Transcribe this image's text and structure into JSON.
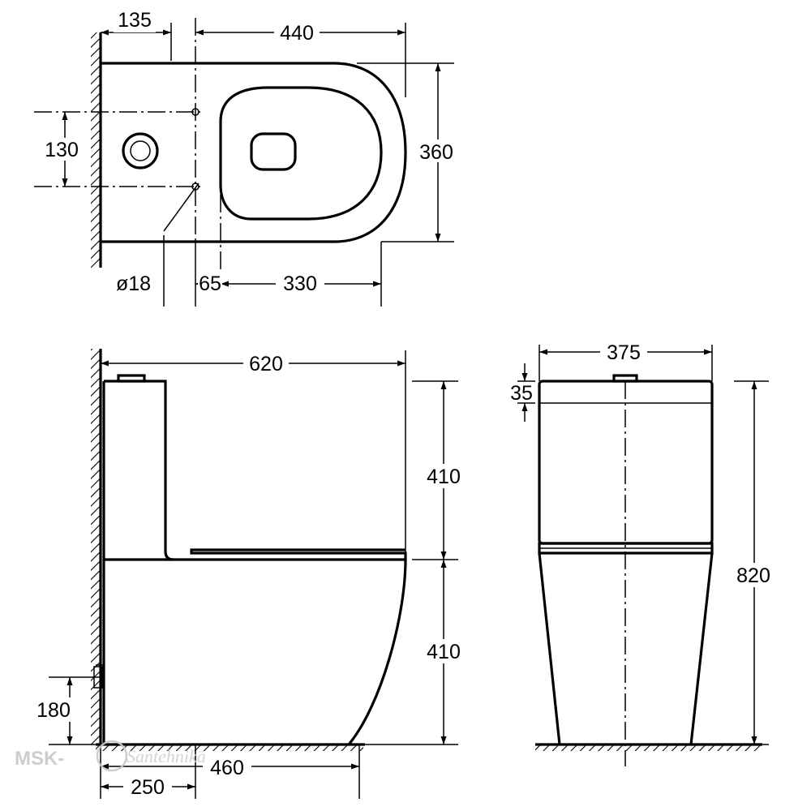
{
  "dimensions": {
    "top_view": {
      "wall_to_inlet": "135",
      "bowl_length": "440",
      "inlet_spacing": "130",
      "width": "360",
      "inlet_diameter": "ø18",
      "gap": "65",
      "seat_length": "330"
    },
    "side_view": {
      "length": "620",
      "tank_height": "410",
      "bowl_height": "410",
      "inlet_height": "180",
      "outlet_from_wall": "250",
      "front_from_wall": "460"
    },
    "front_view": {
      "width": "375",
      "button_height": "35",
      "total_height": "820"
    }
  },
  "watermark": {
    "text": "MSK-",
    "script": "Santehnika"
  }
}
